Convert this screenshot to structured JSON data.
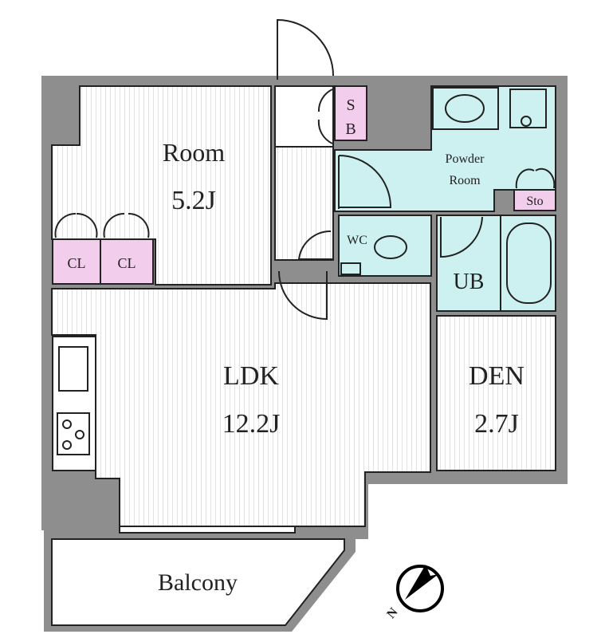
{
  "colors": {
    "wall": "#8e8e8e",
    "wet": "#cdf1f0",
    "storage": "#f2cdec",
    "floor": "#ffffff",
    "stripe": "#e4e4e4"
  },
  "rooms": {
    "room": {
      "name": "Room",
      "size": "5.2J"
    },
    "ldk": {
      "name": "LDK",
      "size": "12.2J"
    },
    "den": {
      "name": "DEN",
      "size": "2.7J"
    },
    "powder": {
      "line1": "Powder",
      "line2": "Room"
    },
    "wc": "WC",
    "ub": "UB",
    "sto": "Sto",
    "sb1": "S",
    "sb2": "B",
    "cl1": "CL",
    "cl2": "CL",
    "balcony": "Balcony"
  },
  "compass": {
    "label": "N"
  }
}
